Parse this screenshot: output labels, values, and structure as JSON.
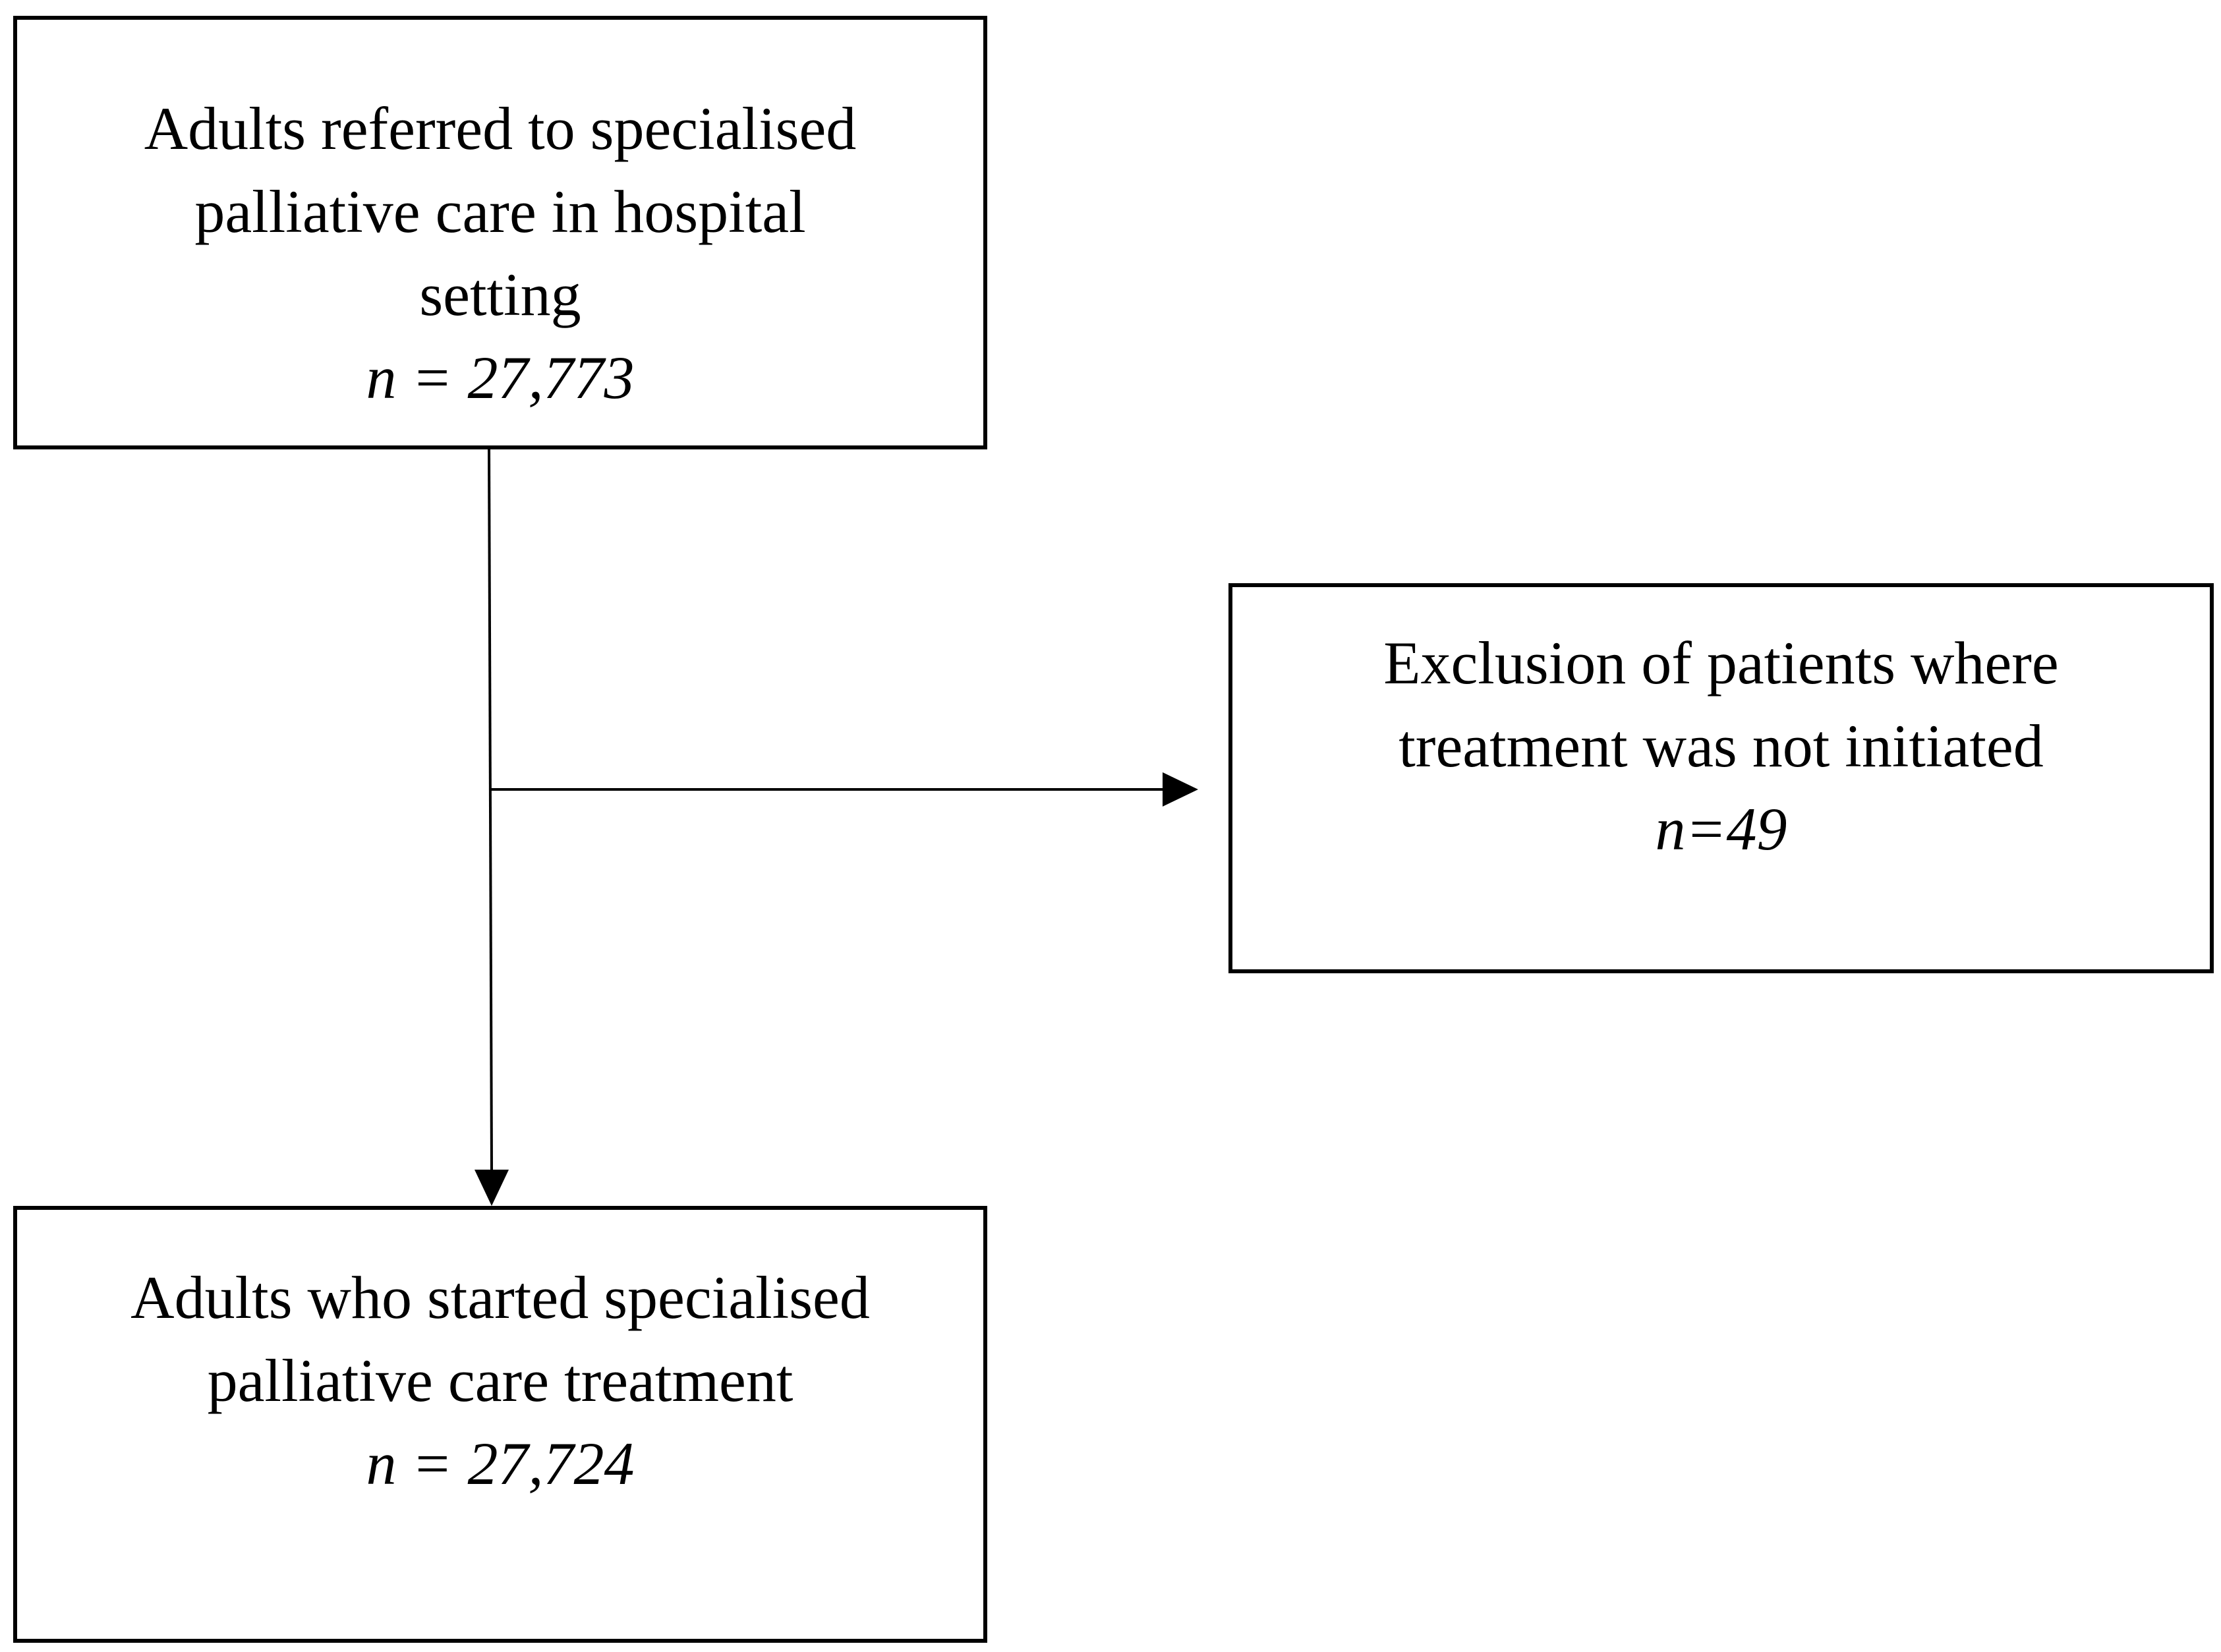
{
  "flowchart": {
    "referred": {
      "lines": [
        "Adults referred to specialised",
        "palliative care in hospital",
        "setting"
      ],
      "count": "n = 27,773"
    },
    "excluded": {
      "lines": [
        "Exclusion of patients where",
        "treatment was not initiated"
      ],
      "count": "n=49"
    },
    "started": {
      "lines": [
        "Adults who started specialised",
        "palliative care treatment"
      ],
      "count": "n = 27,724"
    },
    "stroke_color": "#000000"
  }
}
